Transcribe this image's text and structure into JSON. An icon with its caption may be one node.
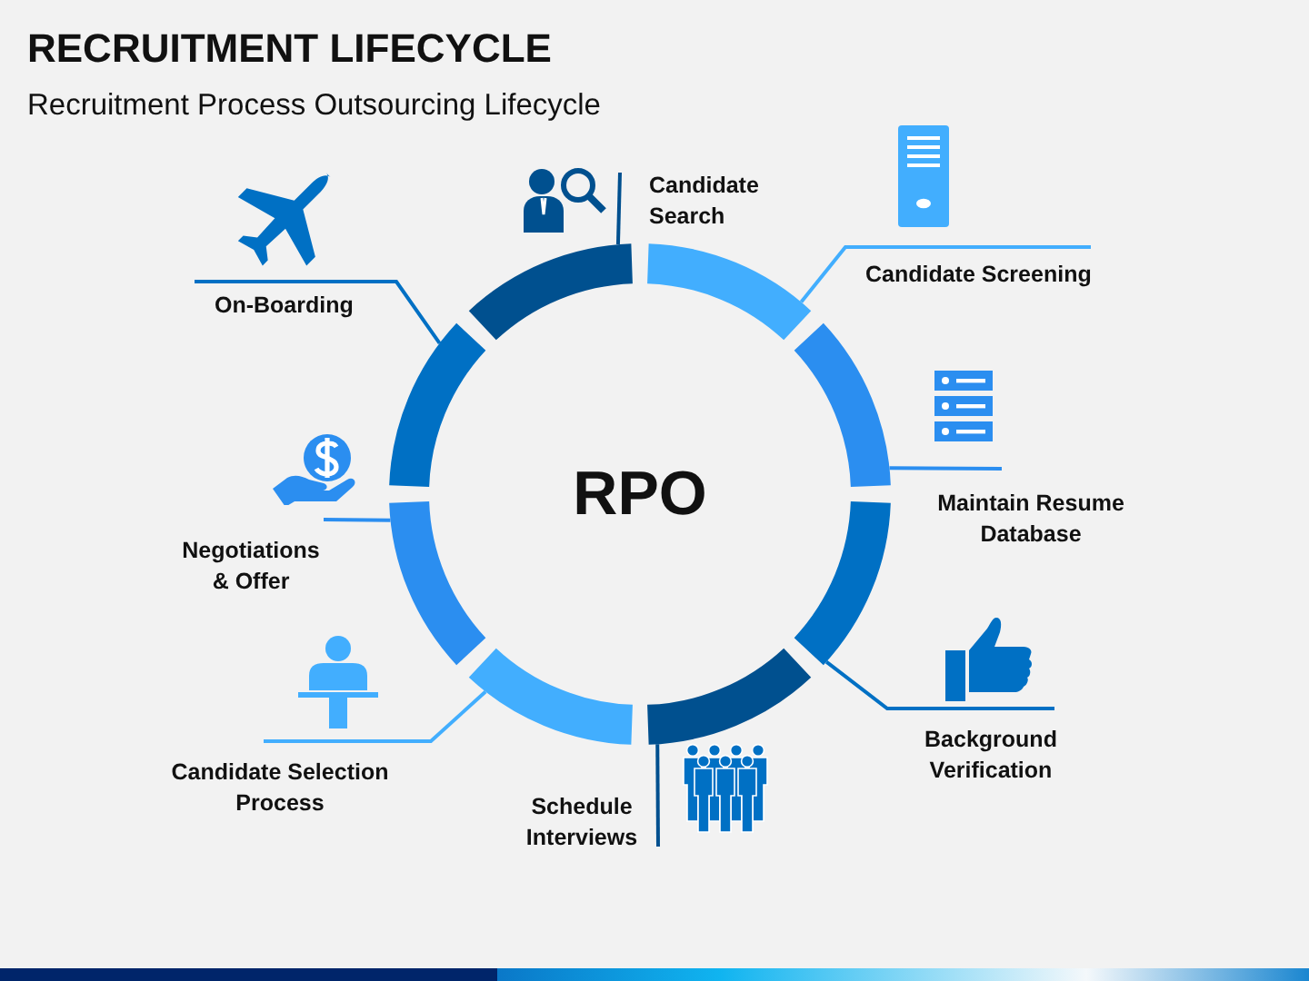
{
  "diagram": {
    "title": "RECRUITMENT LIFECYCLE",
    "caption": "Recruitment Process Outsourcing Lifecycle",
    "nodes": [
      {
        "text": [
          "RPO"
        ]
      },
      {
        "text": [],
        "shape": "arc"
      },
      {
        "text": [],
        "shape": "arc"
      },
      {
        "text": [],
        "shape": "arc"
      },
      {
        "text": [],
        "shape": "arc"
      },
      {
        "text": [],
        "shape": "arc"
      },
      {
        "text": [],
        "shape": "arc"
      },
      {
        "text": [],
        "shape": "arc"
      },
      {
        "text": [],
        "shape": "arc"
      },
      {
        "text": [
          "Candidate Search"
        ]
      },
      {
        "text": [
          "Candidate Screening"
        ]
      },
      {
        "text": [
          "Maintain Resume Database"
        ]
      },
      {
        "text": [
          "Background Verification"
        ]
      },
      {
        "text": [
          "Schedule Interviews"
        ]
      },
      {
        "text": [
          "Candidate Selection Process"
        ]
      },
      {
        "text": [
          "Negotiations & Offer"
        ]
      },
      {
        "text": [
          "On-Boarding"
        ]
      }
    ],
    "edges": [
      {
        "from": 9,
        "to": 1,
        "arrow": "none",
        "color": "#00508f"
      },
      {
        "from": 10,
        "to": 2,
        "arrow": "none",
        "color": "#42aefe"
      },
      {
        "from": 11,
        "to": 3,
        "arrow": "none",
        "color": "#2b8ef0"
      },
      {
        "from": 12,
        "to": 4,
        "arrow": "none",
        "color": "#0070c4"
      },
      {
        "from": 13,
        "to": 5,
        "arrow": "none",
        "color": "#00508f"
      },
      {
        "from": 14,
        "to": 6,
        "arrow": "none",
        "color": "#42aefe"
      },
      {
        "from": 15,
        "to": 7,
        "arrow": "none",
        "color": "#2b8ef0"
      },
      {
        "from": 16,
        "to": 8,
        "arrow": "none",
        "color": "#0070c4"
      }
    ]
  }
}
